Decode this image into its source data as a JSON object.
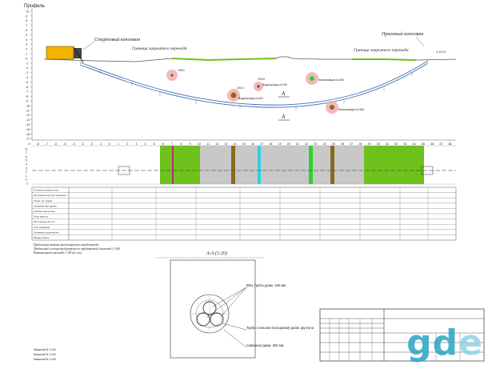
{
  "header": {
    "profile_label": "Профиль"
  },
  "labels": {
    "start_pit": "Стартовый котлован",
    "receiving_pit": "Приемный котлован",
    "boundary_left": "Граница закрытого перехода",
    "boundary_right": "Граница закрытого перехода",
    "section_mark": "А",
    "section_title": "А-А (1:20)",
    "pipe_note": "ВКЦ Трубы диам. 160 мм",
    "case_note": "Труба стальная (кольцевая) диам. футер м",
    "bore_note": "Скважина диам. 350 мм",
    "elev_bottom_marker": "1:1174"
  },
  "pins": [
    {
      "label": "195.5"
    },
    {
      "label": "200.4"
    },
    {
      "label": "199.8"
    },
    {
      "label": "Водопровод d=108"
    },
    {
      "label": "Канализация d=200"
    },
    {
      "label": "Водопровод d=400"
    },
    {
      "label": "Канализация d=500"
    }
  ],
  "axes": {
    "y_ticks": [
      "10",
      "9",
      "8",
      "7",
      "6",
      "5",
      "4",
      "3",
      "2",
      "1",
      "0",
      "-1",
      "-2",
      "-3",
      "-4",
      "-5",
      "-6",
      "-7",
      "-8",
      "-9",
      "-10",
      "-11",
      "-12",
      "-13",
      "-14",
      "-15",
      "-16",
      "-17"
    ],
    "x_ticks": [
      "-9",
      "-8",
      "-7",
      "-6",
      "-5",
      "-4",
      "-3",
      "-2",
      "-1",
      "0",
      "1",
      "2",
      "3",
      "4",
      "5",
      "6",
      "7",
      "8",
      "9",
      "10",
      "11",
      "12",
      "13",
      "14",
      "15",
      "16",
      "17",
      "18",
      "19",
      "20",
      "21",
      "22",
      "23",
      "24",
      "25",
      "26",
      "27",
      "28",
      "29",
      "30",
      "31",
      "32",
      "33",
      "34",
      "35",
      "36",
      "37",
      "38"
    ],
    "bottom_ticks": [
      "8",
      "7",
      "6",
      "5",
      "4",
      "3",
      "2",
      "1",
      "0",
      "-1"
    ]
  },
  "table": {
    "rows": [
      "Отметка земли по оси",
      "Расстояние между пикетами",
      "Уклон, ‰ / длина",
      "Отметка дна трубы",
      "Глубина заложения",
      "План трассы",
      "Расстояния от оси",
      "Угол поворота",
      "Отметки поверхности",
      "Номер пикета"
    ]
  },
  "notes": [
    "Продольный профиль проектируемого трубопровода",
    "Продольный и поперечный разрезы по трубопроводу (масштаб 1:100)",
    "Вертикальный масштаб 1:100 (по оси)"
  ],
  "scales": [
    "Масштаб М 1:100",
    "Масштаб М 1:100",
    "Масштаб М 1:100"
  ],
  "watermark": {
    "text_a": "gd",
    "text_b": "e"
  },
  "colors": {
    "green_fill": "#6fc21a",
    "gray_fill": "#c8c8c8",
    "brown": "#8a6a1e",
    "cyan": "#33d1e0",
    "bright_green": "#2fd12f",
    "magenta": "#b0306a",
    "pink": "#f1a8a8",
    "curve": "#3d6bb3",
    "rig": "#f2b400"
  }
}
